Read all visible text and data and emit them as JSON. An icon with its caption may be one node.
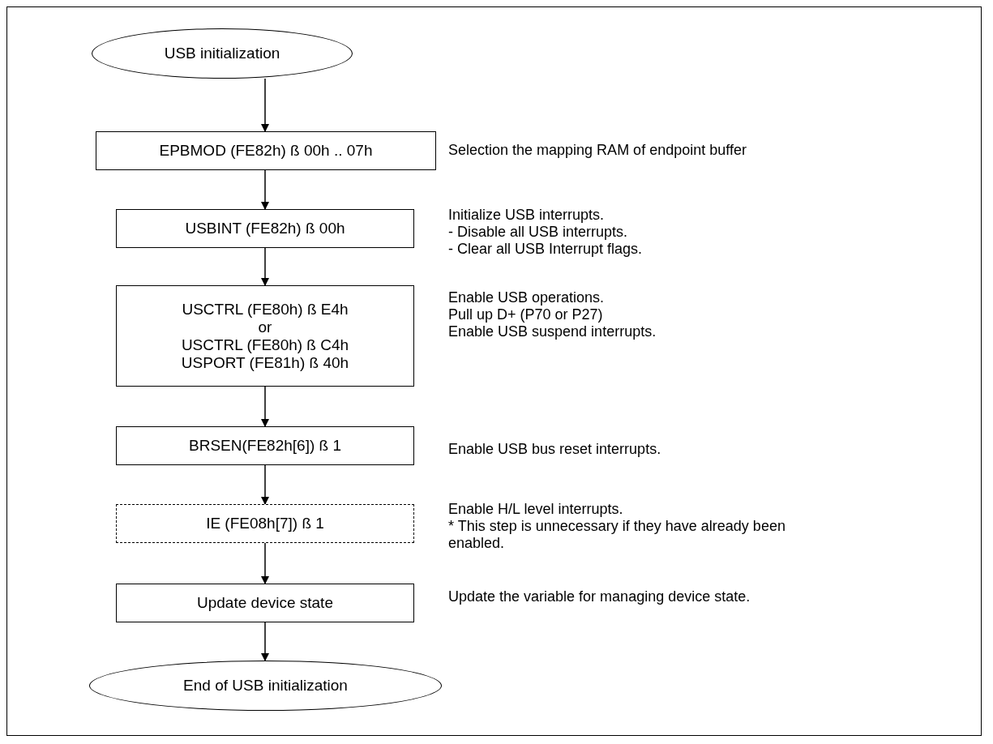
{
  "diagram": {
    "nodes": [
      {
        "text": [
          "USB initialization"
        ]
      },
      {
        "text": [
          "EPBMOD (FE82h) ß 00h .. 07h"
        ],
        "beside": [
          "Selection the mapping RAM of endpoint buffer"
        ]
      },
      {
        "text": [
          "USBINT (FE82h) ß 00h"
        ],
        "beside": [
          "Initialize USB interrupts.",
          "- Disable all USB interrupts.",
          "- Clear all USB Interrupt flags."
        ]
      },
      {
        "text": [
          "USCTRL (FE80h) ß E4h",
          "or",
          "USCTRL (FE80h) ß C4h",
          "USPORT (FE81h) ß 40h"
        ],
        "beside": [
          "Enable USB operations.",
          "Pull up D+ (P70 or P27)",
          "Enable USB suspend interrupts."
        ]
      },
      {
        "text": [
          "BRSEN(FE82h[6]) ß 1"
        ],
        "beside": [
          "Enable USB bus reset interrupts."
        ]
      },
      {
        "text": [
          "IE (FE08h[7]) ß 1"
        ],
        "beside": [
          "Enable H/L level interrupts.",
          "* This step is unnecessary if they have already been enabled."
        ]
      },
      {
        "text": [
          "Update device state"
        ],
        "beside": [
          "Update the variable for managing device state."
        ]
      },
      {
        "text": [
          "End of USB initialization"
        ]
      }
    ],
    "edges": [
      {
        "from": 0,
        "to": 1,
        "arrow": "to"
      },
      {
        "from": 1,
        "to": 2,
        "arrow": "to"
      },
      {
        "from": 2,
        "to": 3,
        "arrow": "to"
      },
      {
        "from": 3,
        "to": 4,
        "arrow": "to"
      },
      {
        "from": 4,
        "to": 5,
        "arrow": "to"
      },
      {
        "from": 5,
        "to": 6,
        "arrow": "to"
      },
      {
        "from": 6,
        "to": 7,
        "arrow": "to"
      }
    ]
  }
}
